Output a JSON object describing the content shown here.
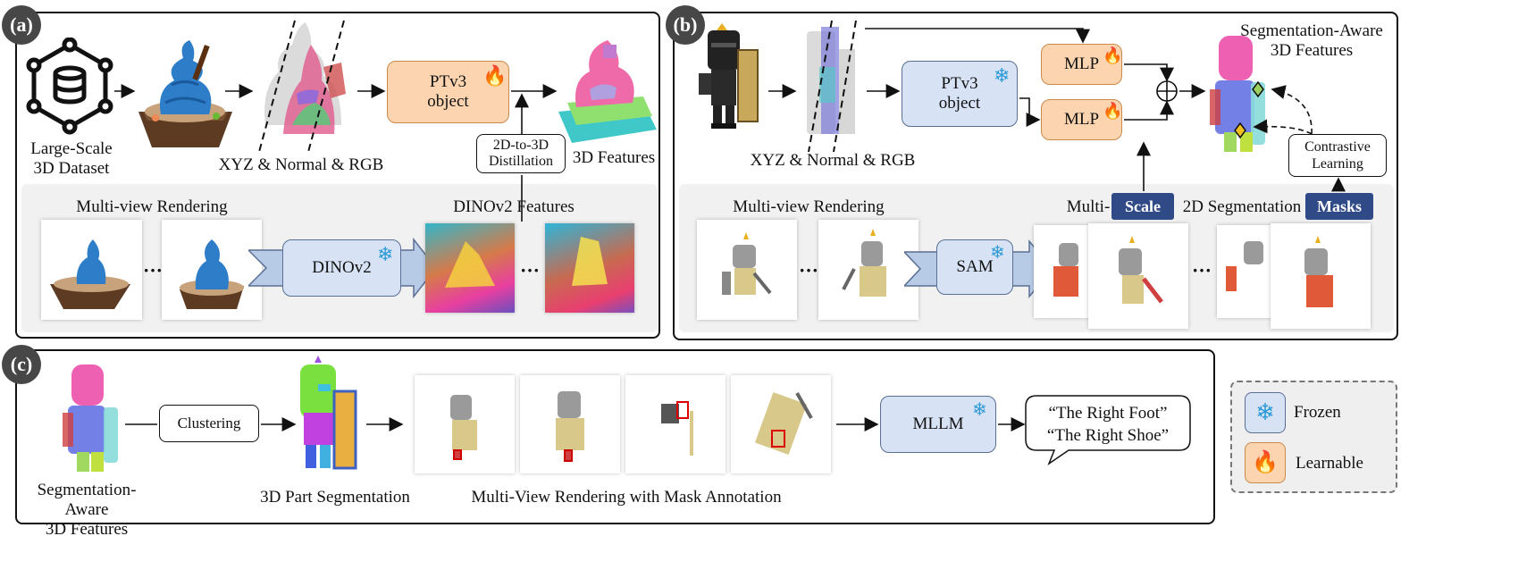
{
  "panels": {
    "a": {
      "badge": "(a)",
      "dataset_label": "Large-Scale\n3D Dataset",
      "input_label": "XYZ & Normal & RGB",
      "backbone_label": "PTv3\nobject",
      "distill_label": "2D-to-3D\nDistillation",
      "features_label": "3D Features",
      "render_label": "Multi-view Rendering",
      "dino_features_label": "DINOv2 Features",
      "dino_label": "DINOv2",
      "ellipsis": "···"
    },
    "b": {
      "badge": "(b)",
      "input_label": "XYZ & Normal & RGB",
      "backbone_label": "PTv3\nobject",
      "mlp1_label": "MLP",
      "mlp2_label": "MLP",
      "output_label": "Segmentation-Aware\n3D Features",
      "contrastive_label": "Contrastive\nLearning",
      "render_label": "Multi-view Rendering",
      "seg_label_left": "Multi-",
      "seg_label_right": "2D Segmentation",
      "scale_tag": "Scale",
      "masks_tag": "Masks",
      "sam_label": "SAM",
      "ellipsis": "···"
    },
    "c": {
      "badge": "(c)",
      "features_label": "Segmentation-Aware\n3D Features",
      "clustering_label": "Clustering",
      "part_seg_label": "3D Part Segmentation",
      "render_label": "Multi-View Rendering with Mask Annotation",
      "mllm_label": "MLLM",
      "answer_line1": "“The Right Foot”",
      "answer_line2": "“The Right Shoe”"
    }
  },
  "legend": {
    "frozen_label": "Frozen",
    "learnable_label": "Learnable"
  },
  "colors": {
    "learnable_fill": "#fcd5b0",
    "frozen_fill": "#d7e3f5",
    "tag_fill": "#2f4a86",
    "badge_fill": "#474747"
  },
  "icons": [
    "database-cube-icon",
    "snowflake-icon",
    "flame-icon",
    "oplus-icon"
  ]
}
